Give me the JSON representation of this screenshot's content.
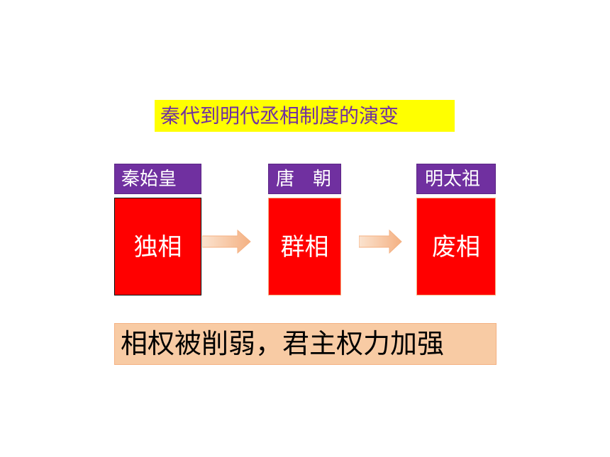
{
  "title": "秦代到明代丞相制度的演变",
  "stages": [
    {
      "label": "秦始皇",
      "content": "独相"
    },
    {
      "label": "唐　朝",
      "content": "群相"
    },
    {
      "label": "明太祖",
      "content": "废相"
    }
  ],
  "conclusion": "相权被削弱，君主权力加强",
  "colors": {
    "title_bg": "#ffff00",
    "title_text": "#7030a0",
    "label_bg": "#7030a0",
    "stage_bg": "#ff0000",
    "arrow": "#f4b183",
    "conclusion_bg": "#f8cba4"
  }
}
